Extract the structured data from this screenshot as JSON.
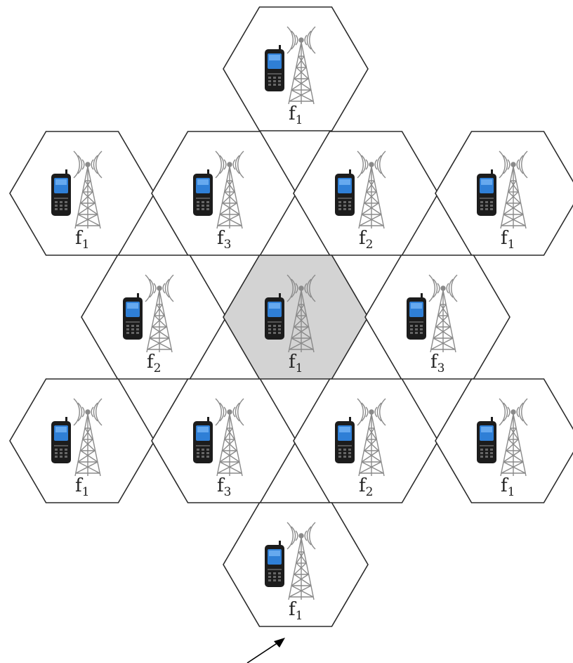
{
  "diagram": {
    "cells": [
      {
        "label": "f",
        "sub": "1",
        "shaded": false
      },
      {
        "label": "f",
        "sub": "1",
        "shaded": false
      },
      {
        "label": "f",
        "sub": "3",
        "shaded": false
      },
      {
        "label": "f",
        "sub": "2",
        "shaded": false
      },
      {
        "label": "f",
        "sub": "1",
        "shaded": false
      },
      {
        "label": "f",
        "sub": "2",
        "shaded": false
      },
      {
        "label": "f",
        "sub": "1",
        "shaded": true
      },
      {
        "label": "f",
        "sub": "3",
        "shaded": false
      },
      {
        "label": "f",
        "sub": "1",
        "shaded": false
      },
      {
        "label": "f",
        "sub": "3",
        "shaded": false
      },
      {
        "label": "f",
        "sub": "2",
        "shaded": false
      },
      {
        "label": "f",
        "sub": "1",
        "shaded": false
      },
      {
        "label": "f",
        "sub": "1",
        "shaded": false
      }
    ],
    "colors": {
      "edge": "#2b2b2b",
      "shaded_fill": "#d3d3d3",
      "tower": "#8a8a8a",
      "phone_body": "#1c1c1c",
      "phone_screen": "#2f7fd6"
    },
    "icons": [
      "phone-icon",
      "antenna-tower-icon",
      "arrow-icon"
    ]
  }
}
